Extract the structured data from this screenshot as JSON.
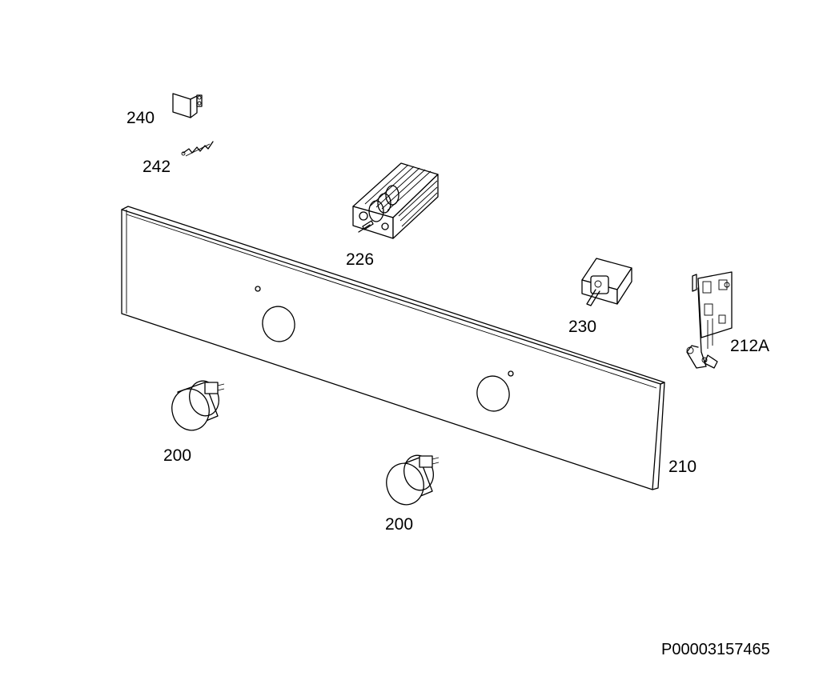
{
  "labels": {
    "p240": "240",
    "p242": "242",
    "p226": "226",
    "p230": "230",
    "p212a": "212A",
    "p200a": "200",
    "p200b": "200",
    "p210": "210"
  },
  "reference": "P00003157465"
}
